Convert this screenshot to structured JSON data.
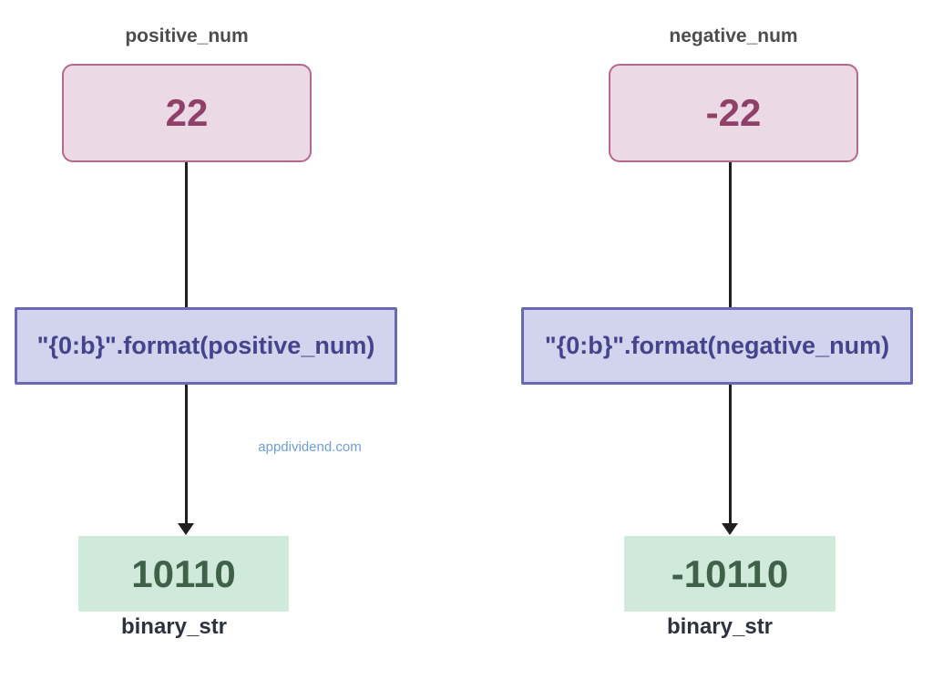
{
  "diagram": {
    "title_hint": "python int to binary string conversion flow",
    "watermark": {
      "text": "appdividend.com",
      "color": "#6d9ed8"
    },
    "colors": {
      "input_box_fill": "#ecd9e6",
      "input_box_border": "#b4688c",
      "input_box_text": "#8e4068",
      "code_box_fill": "#d2d4ee",
      "code_box_border": "#6a6ab4",
      "code_box_text": "#44448c",
      "output_box_fill": "#cfe9da",
      "output_box_text": "#3f6149",
      "arrow": "#1f1f1f"
    },
    "columns": [
      {
        "input_label": "positive_num",
        "input_value": "22",
        "code": "\"{0:b}\".format(positive_num)",
        "output_value": "10110",
        "output_label": "binary_str"
      },
      {
        "input_label": "negative_num",
        "input_value": "-22",
        "code": "\"{0:b}\".format(negative_num)",
        "output_value": "-10110",
        "output_label": "binary_str"
      }
    ]
  }
}
